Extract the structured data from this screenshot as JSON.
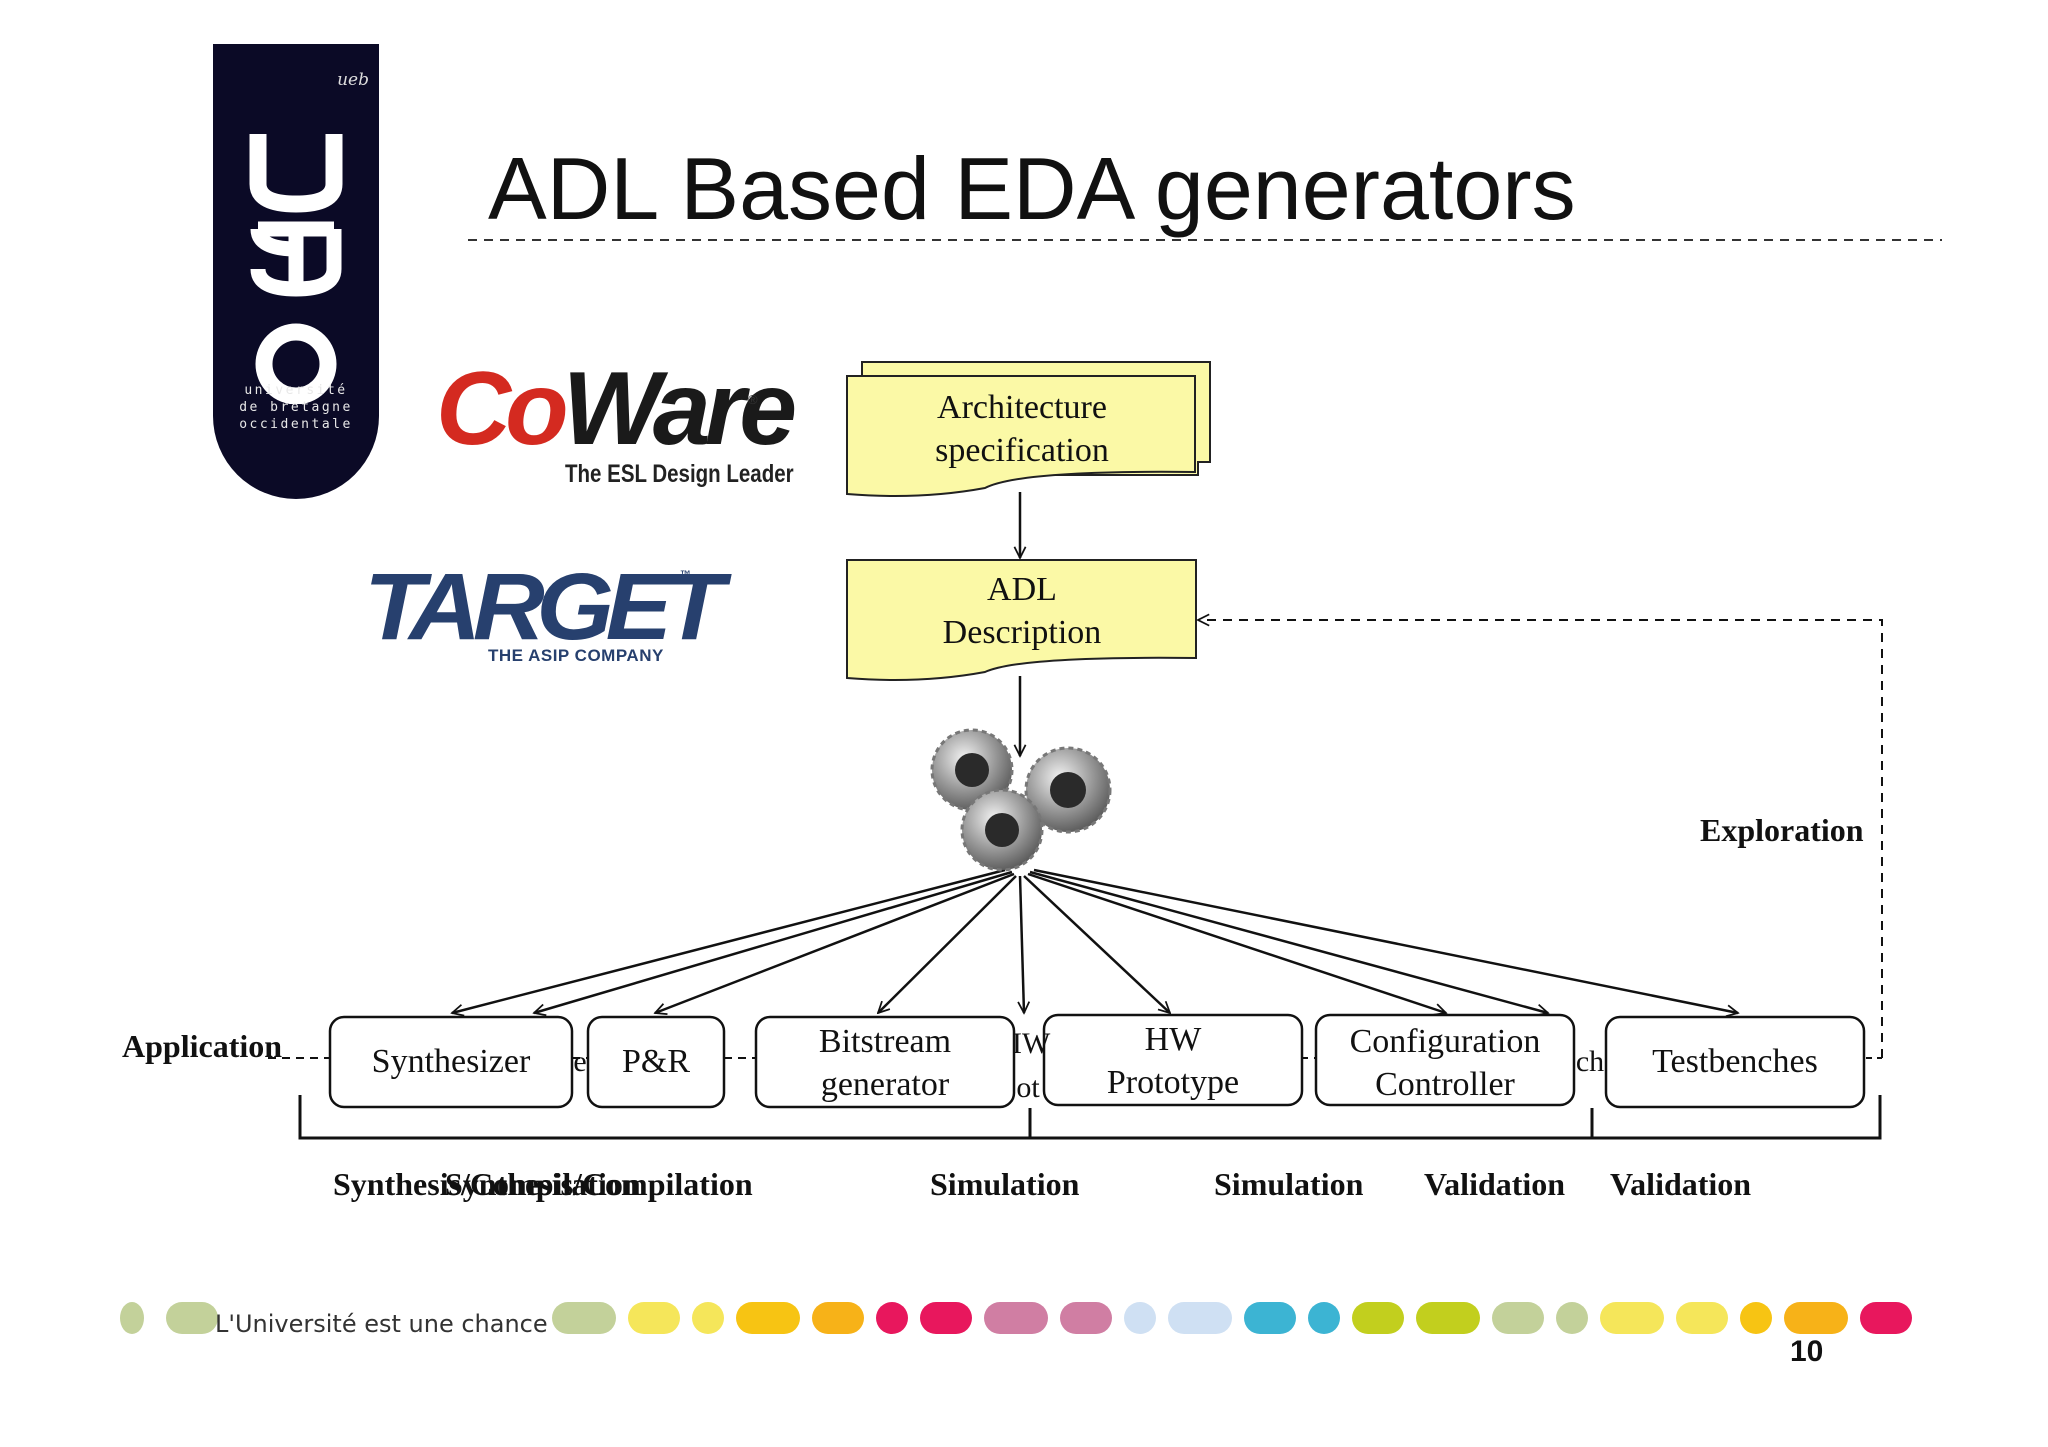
{
  "slide": {
    "title": "ADL Based EDA generators",
    "page_number": "10"
  },
  "logos": {
    "ubo": {
      "letters": "UBO",
      "superscript": "ueb",
      "text_line1": "université",
      "text_line2": "de bretagne",
      "text_line3": "occidentale"
    },
    "coware": {
      "word_c": "Co",
      "word_w": "Ware",
      "registered": "®",
      "tagline": "The ESL Design Leader"
    },
    "target": {
      "word": "TARGET",
      "tm": "™",
      "tagline": "THE ASIP COMPANY"
    }
  },
  "diagram": {
    "arch_spec": [
      "Architecture",
      "specification"
    ],
    "adl_desc": [
      "ADL",
      "Description"
    ],
    "exploration_label": "Exploration",
    "application_label": "Application",
    "tools": [
      {
        "id": "synthesizer",
        "lines": [
          "Synthesizer"
        ]
      },
      {
        "id": "pnr",
        "lines": [
          "P&R"
        ]
      },
      {
        "id": "bitstream",
        "lines": [
          "Bitstream",
          "generator"
        ]
      },
      {
        "id": "hw-proto",
        "lines": [
          "HW",
          "Prototype"
        ]
      },
      {
        "id": "config",
        "lines": [
          "Configuration",
          "Controller"
        ]
      },
      {
        "id": "testbenches",
        "lines": [
          "Testbenches"
        ]
      }
    ],
    "hidden_fragments": {
      "synth_behind": "e",
      "bitstream_behind_top": "IW",
      "bitstream_behind_bot": "ot",
      "config_behind": "ch"
    },
    "groups": [
      "Synthesis/Compilation",
      "Simulation",
      "Simulation",
      "Validation",
      "Validation"
    ],
    "overlap_text": "Synthesis/Compilation"
  },
  "footer": {
    "text": "L'Université est une chance"
  },
  "colors": {
    "note_fill": "#fbf9a6",
    "logo_dark": "#0b0a26",
    "coware_red": "#d42a20",
    "target_blue": "#27406e",
    "dots": [
      "#c3d19a",
      "#f5e65a",
      "#f5e65a",
      "#f7c413",
      "#f7b218",
      "#e8175d",
      "#e8175d",
      "#d07ea3",
      "#d07ea3",
      "#cfe0f3",
      "#cfe0f3",
      "#3cb4d3",
      "#3cb4d3",
      "#c2cf1e",
      "#c2cf1e",
      "#c3d19a",
      "#c3d19a",
      "#f5e65a",
      "#f5e65a",
      "#f7c413",
      "#f7b218",
      "#e8175d",
      "#e8175d",
      "#d07ea3"
    ]
  }
}
